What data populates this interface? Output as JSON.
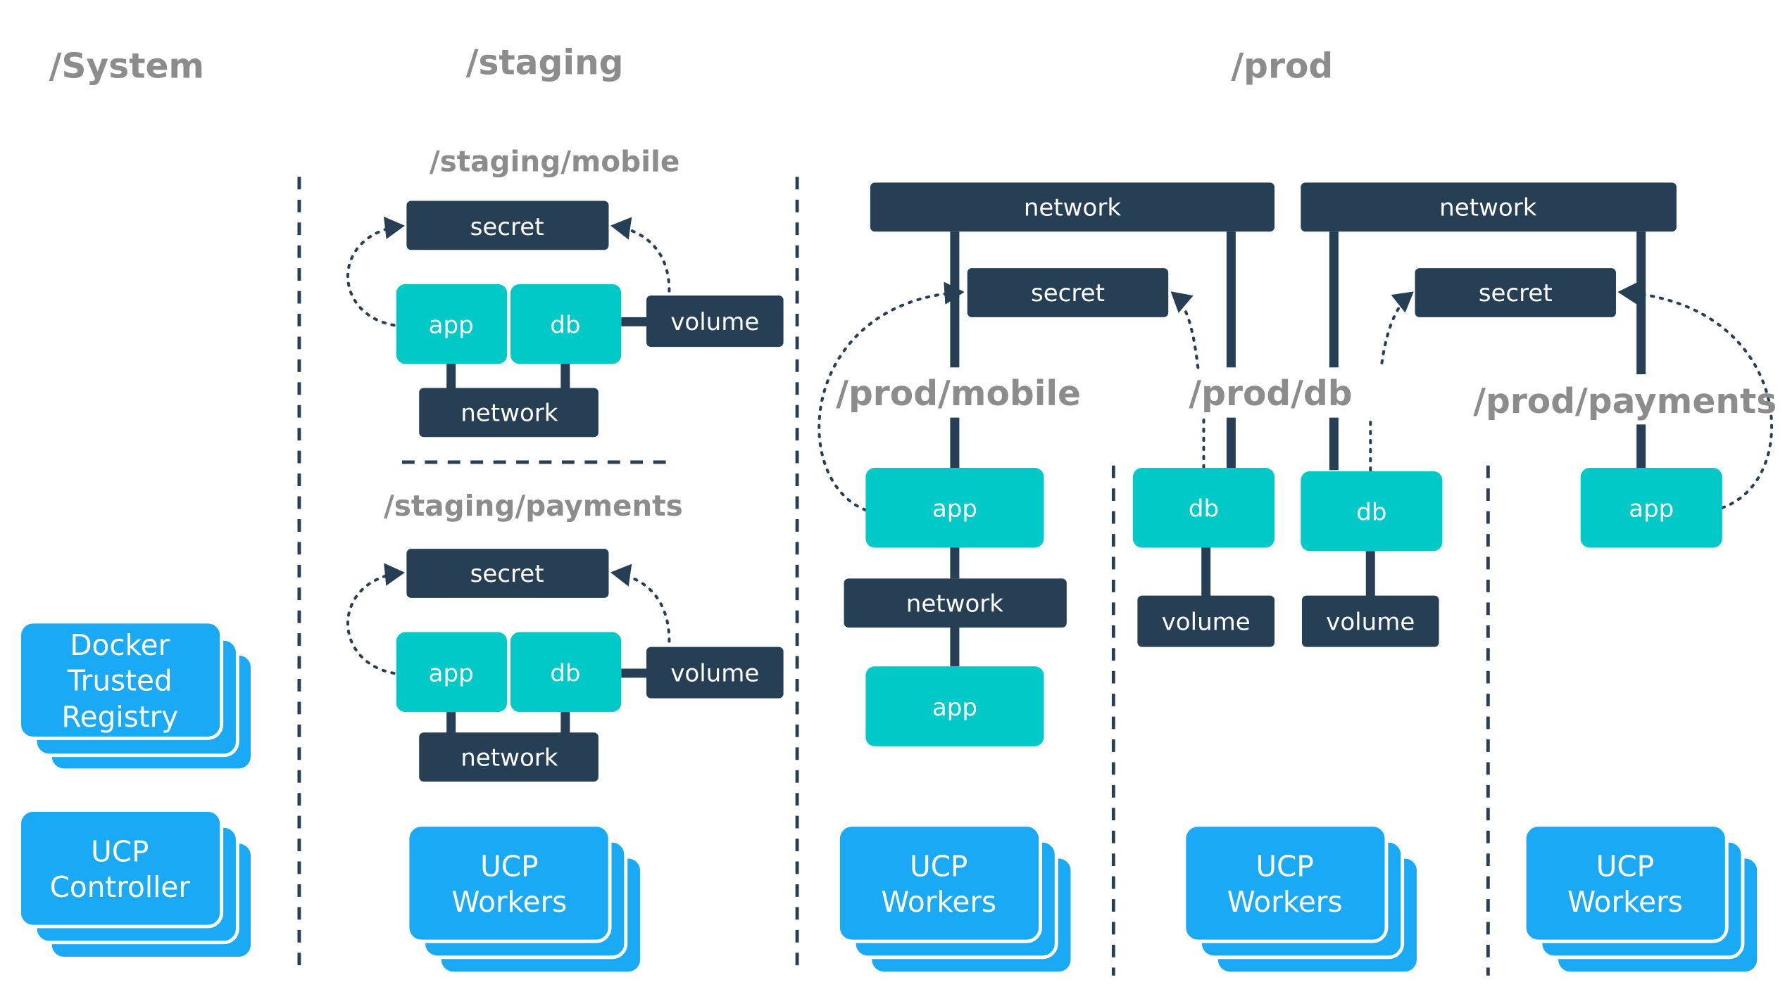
{
  "headers": {
    "system": "/System",
    "staging": "/staging",
    "prod": "/prod",
    "staging_mobile": "/staging/mobile",
    "staging_payments": "/staging/payments",
    "prod_mobile": "/prod/mobile",
    "prod_db": "/prod/db",
    "prod_payments": "/prod/payments"
  },
  "system": {
    "dtr": [
      "Docker",
      "Trusted",
      "Registry"
    ],
    "ucp_controller": [
      "UCP",
      "Controller"
    ]
  },
  "staging_mobile": {
    "secret": "secret",
    "app": "app",
    "db": "db",
    "volume": "volume",
    "network": "network"
  },
  "staging_payments": {
    "secret": "secret",
    "app": "app",
    "db": "db",
    "volume": "volume",
    "network": "network"
  },
  "prod": {
    "network_left": "network",
    "network_right": "network",
    "secret_left": "secret",
    "secret_right": "secret",
    "mobile": {
      "app_top": "app",
      "network": "network",
      "app_bottom": "app"
    },
    "db": {
      "db_left": "db",
      "db_right": "db",
      "volume_left": "volume",
      "volume_right": "volume"
    },
    "payments": {
      "app": "app"
    }
  },
  "workers": {
    "staging": [
      "UCP",
      "Workers"
    ],
    "prod_mobile": [
      "UCP",
      "Workers"
    ],
    "prod_db": [
      "UCP",
      "Workers"
    ],
    "prod_payments": [
      "UCP",
      "Workers"
    ]
  },
  "colors": {
    "dark_navy": "#263f55",
    "teal": "#00c9c8",
    "blue": "#1aa9f5",
    "header_gray": "#8c8c8c"
  }
}
